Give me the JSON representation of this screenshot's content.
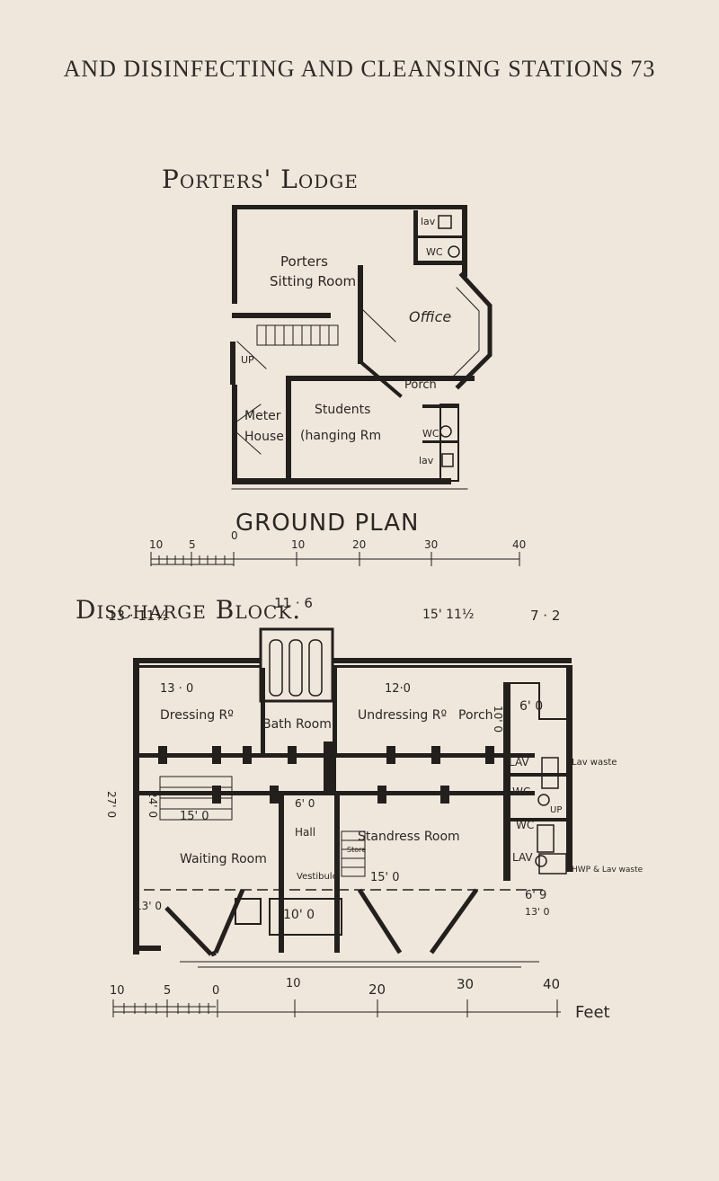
{
  "page": {
    "running_head": "AND DISINFECTING AND CLEANSING STATIONS 73"
  },
  "porters_lodge": {
    "title": "Porters' Lodge",
    "rooms": {
      "porters_sitting_room_1": "Porters",
      "porters_sitting_room_2": "Sitting Room",
      "office": "Office",
      "porch": "Porch",
      "meter_house_1": "Meter",
      "meter_house_2": "House",
      "students_1": "Students",
      "students_2": "(hanging Rm",
      "lav_top": "lav",
      "wc_top": "WC",
      "wc_bottom": "WC",
      "lav_bottom": "lav",
      "up": "UP"
    },
    "plan_label": "GROUND PLAN",
    "scale_ticks": [
      "10",
      "5",
      "0",
      "10",
      "20",
      "30",
      "40"
    ]
  },
  "discharge_block": {
    "title": "Discharge Block.",
    "dimensions": {
      "d1": "13 · 11½",
      "d2": "11 · 6",
      "d3": "15' 11½",
      "d4": "7 · 2",
      "d5": "13 · 0",
      "d6": "12·0",
      "d7": "6' 0",
      "d8": "15' 0",
      "d9": "6' 0",
      "d10": "15' 0",
      "d11": "10' 0",
      "d12": "13' 0",
      "d13": "6' 9",
      "d14": "13' 0",
      "d15": "24' 0",
      "d16": "27' 0",
      "d17": "10' 0"
    },
    "rooms": {
      "dressing": "Dressing Rº",
      "bath": "Bath Room",
      "undressing": "Undressing Rº",
      "porch": "Porch",
      "waiting": "Waiting Room",
      "hall": "Hall",
      "standress": "Standress Room",
      "lav_1": "LAV",
      "wc_1": "WC",
      "wc_2": "WC",
      "lav_2": "LAV",
      "hwp_lav_waste": "HWP & Lav waste",
      "lav_waste": "Lav waste",
      "vestibule": "Vestibule",
      "store": "Store",
      "up": "UP"
    },
    "scale_ticks": [
      "10",
      "5",
      "0",
      "10",
      "20",
      "30",
      "40"
    ],
    "scale_unit": "Feet"
  }
}
